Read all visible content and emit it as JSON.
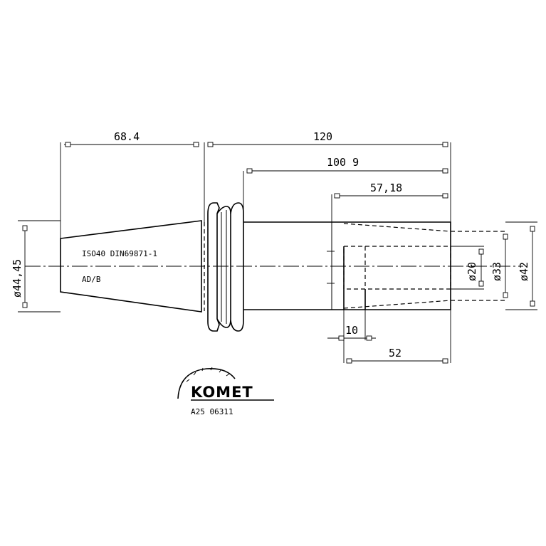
{
  "dimensions": {
    "taper_length": "68.4",
    "overall_length": "120",
    "body_length": "100 9",
    "bore_depth": "57,18",
    "counterbore_depth": "10",
    "shank_length": "52",
    "taper_diameter": "ø44,45",
    "diameter_20": "ø20",
    "diameter_33": "ø33",
    "diameter_42": "ø42"
  },
  "notes": {
    "standard": "ISO40 DIN69871-1",
    "form": "AD/B",
    "part_number": "A25 06311"
  },
  "logo": {
    "brand": "KOMET"
  }
}
